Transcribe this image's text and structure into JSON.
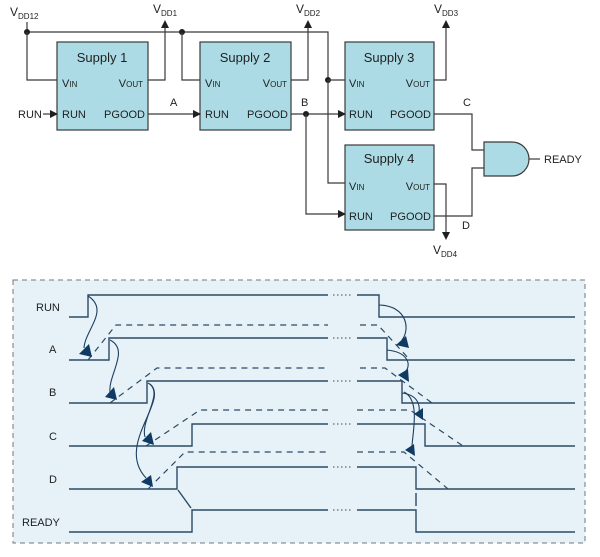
{
  "schematic": {
    "supplies": [
      {
        "title": "Supply 1",
        "vin": "V",
        "vin_sub": "IN",
        "vout": "V",
        "vout_sub": "OUT",
        "run": "RUN",
        "pgood": "PGOOD"
      },
      {
        "title": "Supply 2",
        "vin": "V",
        "vin_sub": "IN",
        "vout": "V",
        "vout_sub": "OUT",
        "run": "RUN",
        "pgood": "PGOOD"
      },
      {
        "title": "Supply 3",
        "vin": "V",
        "vin_sub": "IN",
        "vout": "V",
        "vout_sub": "OUT",
        "run": "RUN",
        "pgood": "PGOOD"
      },
      {
        "title": "Supply 4",
        "vin": "V",
        "vin_sub": "IN",
        "vout": "V",
        "vout_sub": "OUT",
        "run": "RUN",
        "pgood": "PGOOD"
      }
    ],
    "rails": {
      "vdd12": {
        "main": "V",
        "sub": "DD12"
      },
      "vdd1": {
        "main": "V",
        "sub": "DD1"
      },
      "vdd2": {
        "main": "V",
        "sub": "DD2"
      },
      "vdd3": {
        "main": "V",
        "sub": "DD3"
      },
      "vdd4": {
        "main": "V",
        "sub": "DD4"
      }
    },
    "run_input": "RUN",
    "nodes": {
      "a": "A",
      "b": "B",
      "c": "C",
      "d": "D"
    },
    "gate_output": "READY",
    "colors": {
      "block_fill": "#acdbe5",
      "wire": "#3a3a3a"
    }
  },
  "timing": {
    "signals": [
      "RUN",
      "A",
      "B",
      "C",
      "D",
      "READY"
    ],
    "colors": {
      "panel_fill": "#e6f2f8",
      "signal": "#2c4a66",
      "arrow": "#0f3a63"
    }
  }
}
